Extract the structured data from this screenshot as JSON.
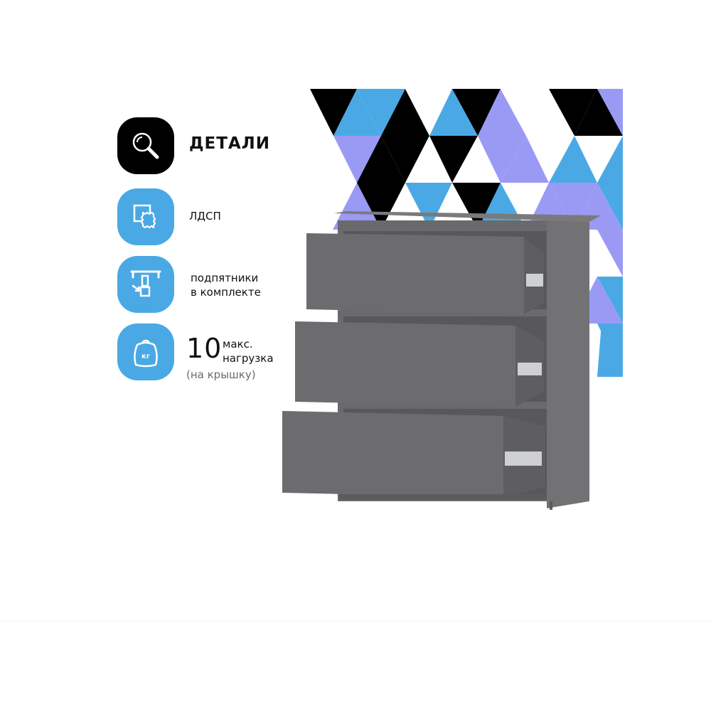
{
  "features": {
    "details_label": "ДЕТАЛИ",
    "material_label": "ЛДСП",
    "feet_label_line1": "подпятники",
    "feet_label_line2": "в комплекте",
    "load_value": "10",
    "load_label_line1": "макс.",
    "load_label_line2": "нагрузка",
    "load_note": "(на крышку)"
  },
  "icons": {
    "details": "magnifier-icon",
    "material": "chipboard-sheet-icon",
    "feet": "furniture-foot-icon",
    "load": "weight-kg-icon"
  },
  "colors": {
    "icon_dark": "#000000",
    "icon_blue": "#4aa9e4",
    "pattern_blue": "#4aa9e4",
    "pattern_violet": "#9a9af5",
    "pattern_black": "#000000",
    "furniture_gray": "#6e6e70"
  }
}
